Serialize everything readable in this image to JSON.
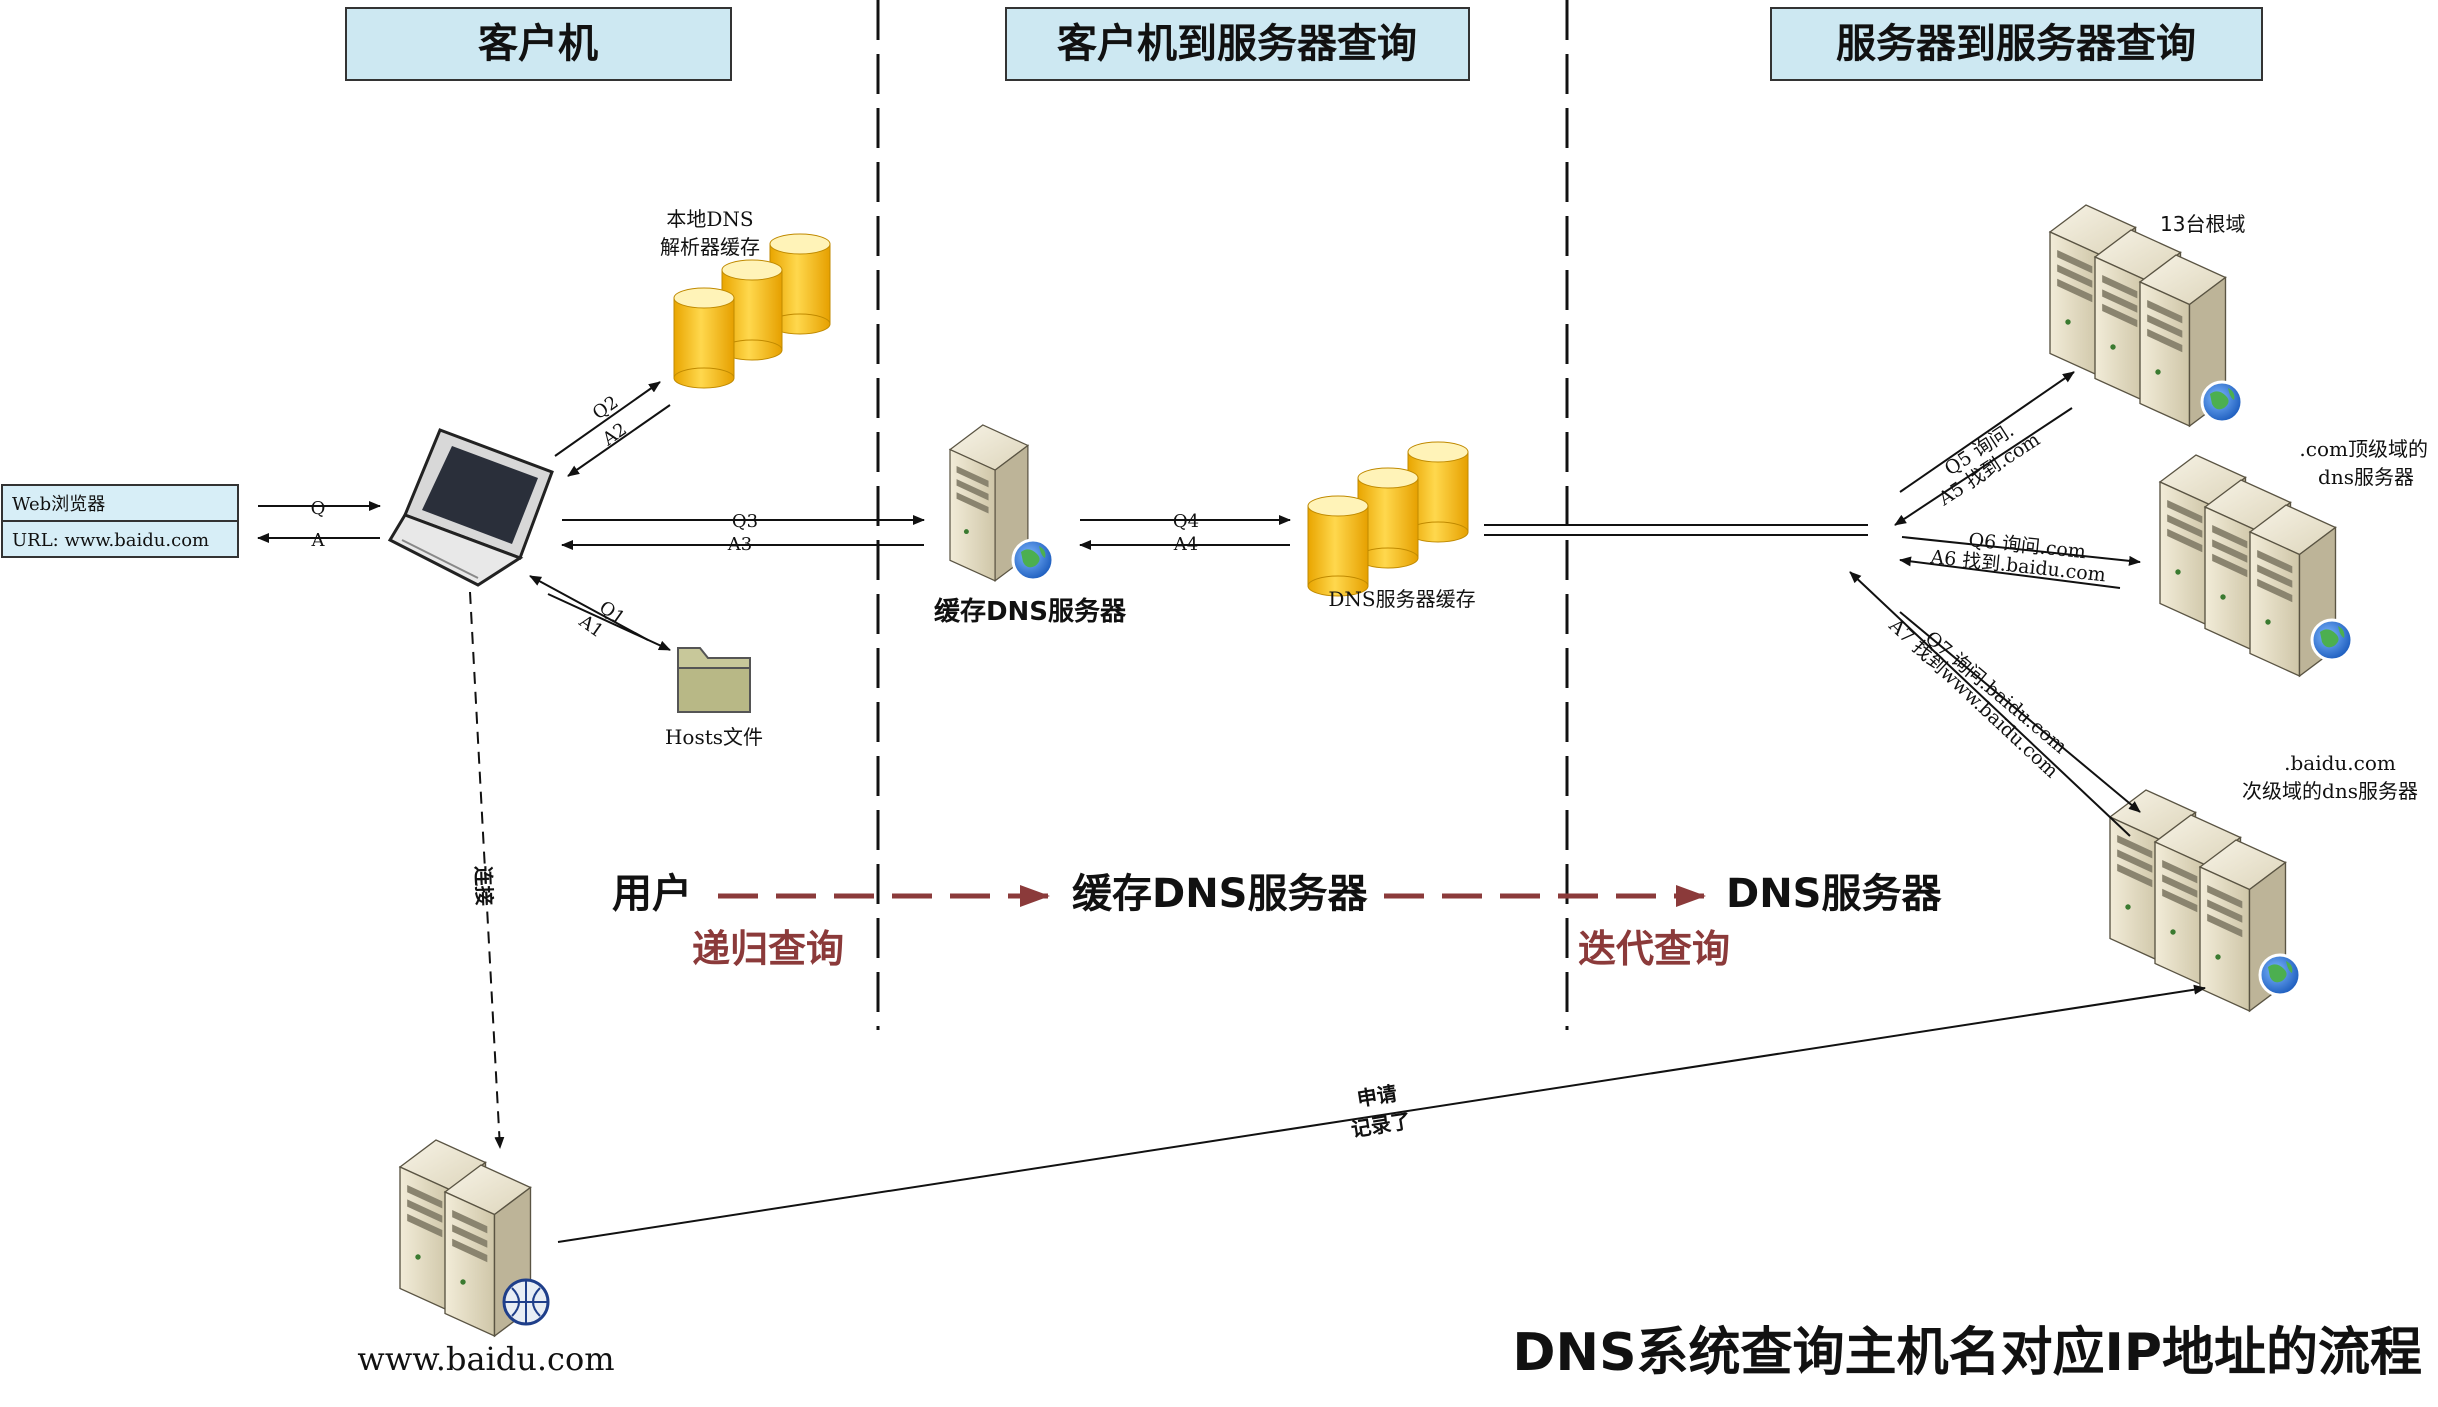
{
  "sections": {
    "client": "客户机",
    "client_to_server": "客户机到服务器查询",
    "server_to_server": "服务器到服务器查询"
  },
  "browser": {
    "title": "Web浏览器",
    "url": "URL:   www.baidu.com"
  },
  "labels": {
    "local_cache_line1": "本地DNS",
    "local_cache_line2": "解析器缓存",
    "hosts_file": "Hosts文件",
    "cache_dns_server": "缓存DNS服务器",
    "dns_server_cache": "DNS服务器缓存",
    "root_servers": "13台根域",
    "com_line1": ".com顶级域的",
    "com_line2": "dns服务器",
    "baidu_line1": ".baidu.com",
    "baidu_line2": "次级域的dns服务器",
    "website": "www.baidu.com",
    "connect": "连接",
    "apply_line1": "申请",
    "apply_line2": "记录了"
  },
  "arrows": {
    "q": "Q",
    "a": "A",
    "q1": "Q1",
    "a1": "A1",
    "q2": "Q2",
    "a2": "A2",
    "q3": "Q3",
    "a3": "A3",
    "q4": "Q4",
    "a4": "A4",
    "q5": "Q5 询问.",
    "a5": "A5 找到.com",
    "q6": "Q6 询问.com",
    "a6": "A6 找到.baidu.com",
    "q7": "Q7 询问.baidu.com",
    "a7": "A7 找到www.baidu.com"
  },
  "flow": {
    "user": "用户",
    "cache_dns": "缓存DNS服务器",
    "dns_server": "DNS服务器",
    "recursive": "递归查询",
    "iterative": "迭代查询"
  },
  "title": "DNS系统查询主机名对应IP地址的流程",
  "colors": {
    "header_fill": "#cde8f2",
    "header_stroke": "#333333",
    "db_fill": "#f8c12d",
    "server_fill": "#e6dfc9",
    "flow_arrow": "#8b3a3a"
  }
}
